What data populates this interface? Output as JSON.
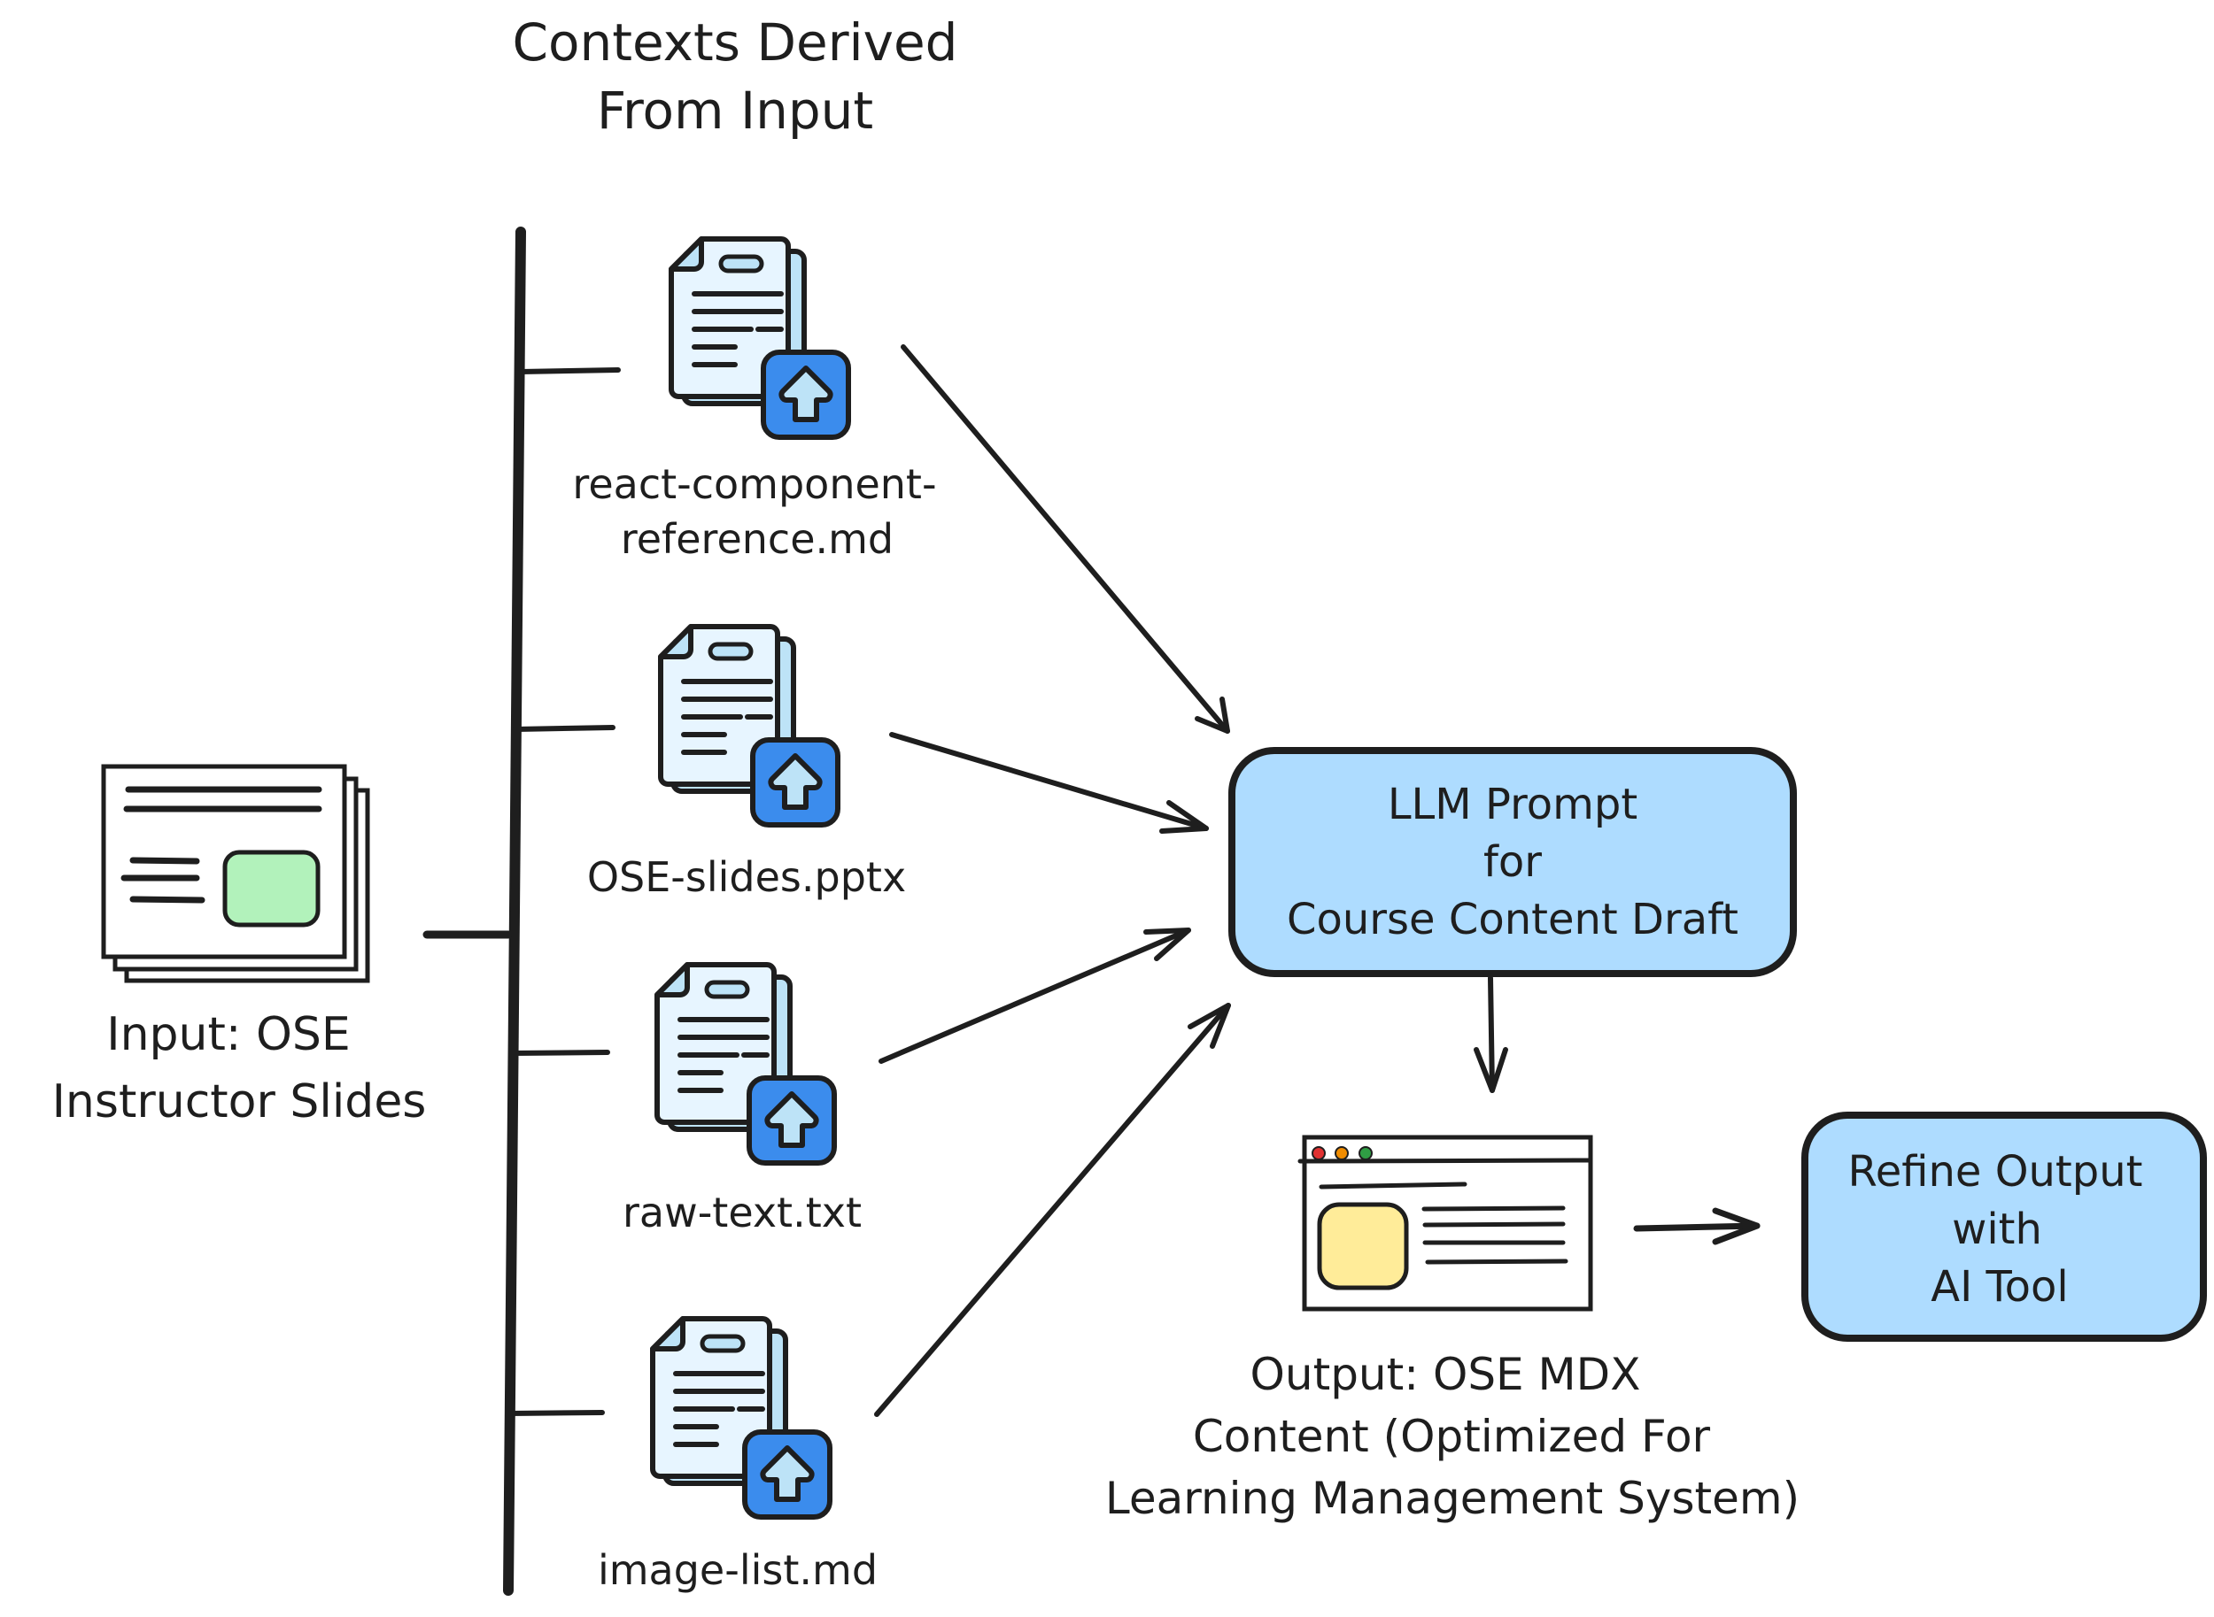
{
  "title": {
    "lines": [
      "Contexts Derived",
      "From Input"
    ]
  },
  "input": {
    "label_lines": [
      "Input: OSE",
      "Instructor Slides"
    ],
    "icon": "slides-stack-icon",
    "accent_color": "#b2f2bb"
  },
  "context_files": [
    {
      "name_lines": [
        "react-component-",
        "reference.md"
      ],
      "icon": "document-upload-icon"
    },
    {
      "name_lines": [
        "OSE-slides.pptx"
      ],
      "icon": "document-upload-icon"
    },
    {
      "name_lines": [
        "raw-text.txt"
      ],
      "icon": "document-upload-icon"
    },
    {
      "name_lines": [
        "image-list.md"
      ],
      "icon": "document-upload-icon"
    }
  ],
  "llm_prompt": {
    "lines": [
      "LLM Prompt",
      "for",
      "Course Content Draft"
    ],
    "fill_color": "#a5d8ff"
  },
  "output": {
    "label_lines": [
      "Output: OSE MDX",
      "Content (Optimized For",
      "Learning Management System)"
    ],
    "icon": "browser-window-icon",
    "accent_color": "#ffec99",
    "dot_colors": [
      "#e03131",
      "#f08c00",
      "#2f9e44"
    ]
  },
  "refine": {
    "lines": [
      "Refine Output",
      "with",
      "AI Tool"
    ],
    "fill_color": "#a5d8ff"
  },
  "colors": {
    "doc_fill": "#e7f5ff",
    "doc_accent": "#bde3f7",
    "upload_badge": "#3b8ced",
    "stroke": "#1e1e1e"
  }
}
